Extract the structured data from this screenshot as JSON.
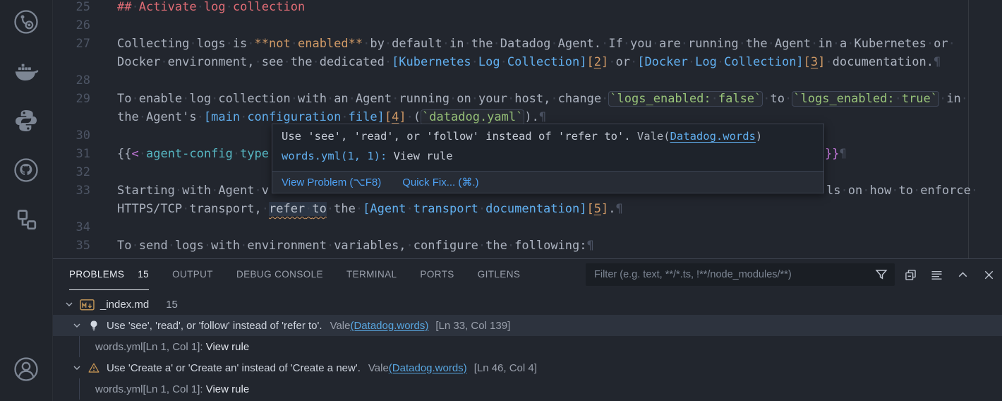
{
  "activity_bar": {
    "icons": [
      {
        "name": "git-graph-icon"
      },
      {
        "name": "docker-icon"
      },
      {
        "name": "python-icon"
      },
      {
        "name": "github-icon"
      },
      {
        "name": "hierarchy-icon"
      },
      {
        "name": "account-icon"
      }
    ]
  },
  "editor": {
    "rows": [
      {
        "n": "25",
        "seg": [
          [
            "heading",
            "## Activate log collection"
          ]
        ]
      },
      {
        "n": "26",
        "seg": []
      },
      {
        "n": "27",
        "seg": [
          [
            "text",
            "Collecting logs is "
          ],
          [
            "bold",
            "**not enabled**"
          ],
          [
            "text",
            " by default in the Datadog Agent. If you are running the Agent in a Kubernetes or "
          ]
        ]
      },
      {
        "n": "",
        "seg": [
          [
            "text",
            "Docker environment, see the dedicated "
          ],
          [
            "link",
            "[Kubernetes Log Collection]"
          ],
          [
            "refb",
            "["
          ],
          [
            "refn",
            "2"
          ],
          [
            "refb",
            "]"
          ],
          [
            "text",
            " or "
          ],
          [
            "link",
            "[Docker Log Collection]"
          ],
          [
            "refb",
            "["
          ],
          [
            "refn",
            "3"
          ],
          [
            "refb",
            "]"
          ],
          [
            "text",
            " documentation."
          ],
          [
            "pilcrow",
            "¶"
          ]
        ]
      },
      {
        "n": "28",
        "seg": []
      },
      {
        "n": "29",
        "seg": [
          [
            "text",
            "To enable log collection with an Agent running on your host, change "
          ],
          [
            "code",
            "`logs_enabled: false`"
          ],
          [
            "text",
            " to "
          ],
          [
            "code",
            "`logs_enabled: true`"
          ],
          [
            "text",
            " in "
          ]
        ]
      },
      {
        "n": "",
        "seg": [
          [
            "text",
            "the Agent's "
          ],
          [
            "link",
            "[main configuration file]"
          ],
          [
            "refb",
            "["
          ],
          [
            "refn",
            "4"
          ],
          [
            "refb",
            "]"
          ],
          [
            "text",
            " ("
          ],
          [
            "code",
            "`datadog.yaml`"
          ],
          [
            "text",
            ")."
          ],
          [
            "pilcrow",
            "¶"
          ]
        ]
      },
      {
        "n": "30",
        "seg": []
      },
      {
        "n": "31",
        "seg": [
          [
            "text",
            "{{"
          ],
          [
            "punct",
            "<"
          ],
          [
            "text",
            " "
          ],
          [
            "tag",
            "agent-config type"
          ],
          [
            "spacer",
            "788"
          ],
          [
            "punct",
            "}}"
          ],
          [
            "pilcrow",
            "¶"
          ]
        ]
      },
      {
        "n": "32",
        "seg": []
      },
      {
        "n": "33",
        "seg": [
          [
            "text",
            "Starting with Agent v"
          ],
          [
            "spacer",
            "790"
          ],
          [
            "text",
            "ls on how to enforce "
          ]
        ]
      },
      {
        "n": "",
        "seg": [
          [
            "text",
            "HTTPS/TCP transport, "
          ],
          [
            "problem",
            "refer to"
          ],
          [
            "text",
            " the "
          ],
          [
            "link",
            "[Agent transport documentation]"
          ],
          [
            "refb",
            "["
          ],
          [
            "refn",
            "5"
          ],
          [
            "refb",
            "]"
          ],
          [
            "text",
            "."
          ],
          [
            "pilcrow",
            "¶"
          ]
        ]
      },
      {
        "n": "34",
        "seg": []
      },
      {
        "n": "35",
        "seg": [
          [
            "text",
            "To send logs with environment variables, configure the following:"
          ],
          [
            "pilcrow",
            "¶"
          ]
        ]
      }
    ]
  },
  "tooltip": {
    "message": "Use 'see', 'read', or 'follow' instead of 'refer to'. ",
    "source_prefix": "Vale(",
    "source_link": "Datadog.words",
    "source_suffix": ")",
    "file_link": "words.yml(1, 1):",
    "file_action": " View rule",
    "actions": [
      "View Problem (⌥F8)",
      "Quick Fix... (⌘.)"
    ]
  },
  "panel": {
    "tabs": [
      {
        "label": "PROBLEMS",
        "count": "15",
        "active": true
      },
      {
        "label": "OUTPUT",
        "count": "",
        "active": false
      },
      {
        "label": "DEBUG CONSOLE",
        "count": "",
        "active": false
      },
      {
        "label": "TERMINAL",
        "count": "",
        "active": false
      },
      {
        "label": "PORTS",
        "count": "",
        "active": false
      },
      {
        "label": "GITLENS",
        "count": "",
        "active": false
      }
    ],
    "filter_placeholder": "Filter (e.g. text, **/*.ts, !**/node_modules/**)",
    "action_icons": [
      "filter-icon",
      "collapse-all-icon",
      "view-as-list-icon",
      "chevron-up-icon",
      "close-icon"
    ],
    "tree": [
      {
        "type": "file",
        "icon": "markdown-file-icon",
        "label": "_index.md",
        "count": "15"
      },
      {
        "type": "problem",
        "severity": "hint",
        "selected": true,
        "message": "Use 'see', 'read', or 'follow' instead of 'refer to'.",
        "source": "Vale",
        "rule": "(Datadog.words)",
        "location": "[Ln 33, Col 139]"
      },
      {
        "type": "related",
        "text": "words.yml[Ln 1, Col 1]: ",
        "action": "View rule"
      },
      {
        "type": "problem",
        "severity": "warning",
        "selected": false,
        "message": "Use 'Create a' or 'Create an' instead of 'Create a new'.",
        "source": "Vale",
        "rule": "(Datadog.words)",
        "location": "[Ln 46, Col 4]"
      },
      {
        "type": "related",
        "text": "words.yml[Ln 1, Col 1]: ",
        "action": "View rule"
      }
    ]
  },
  "colors": {
    "editor_bg": "#22262e",
    "heading": "#e06c75",
    "bold": "#d19a66",
    "link": "#61afef",
    "code": "#98c379",
    "tag": "#56b6c2",
    "punct": "#c678dd",
    "warning": "#cf9b56",
    "panel_link": "#58a6e0",
    "selected_row_bg": "#2d333e"
  }
}
